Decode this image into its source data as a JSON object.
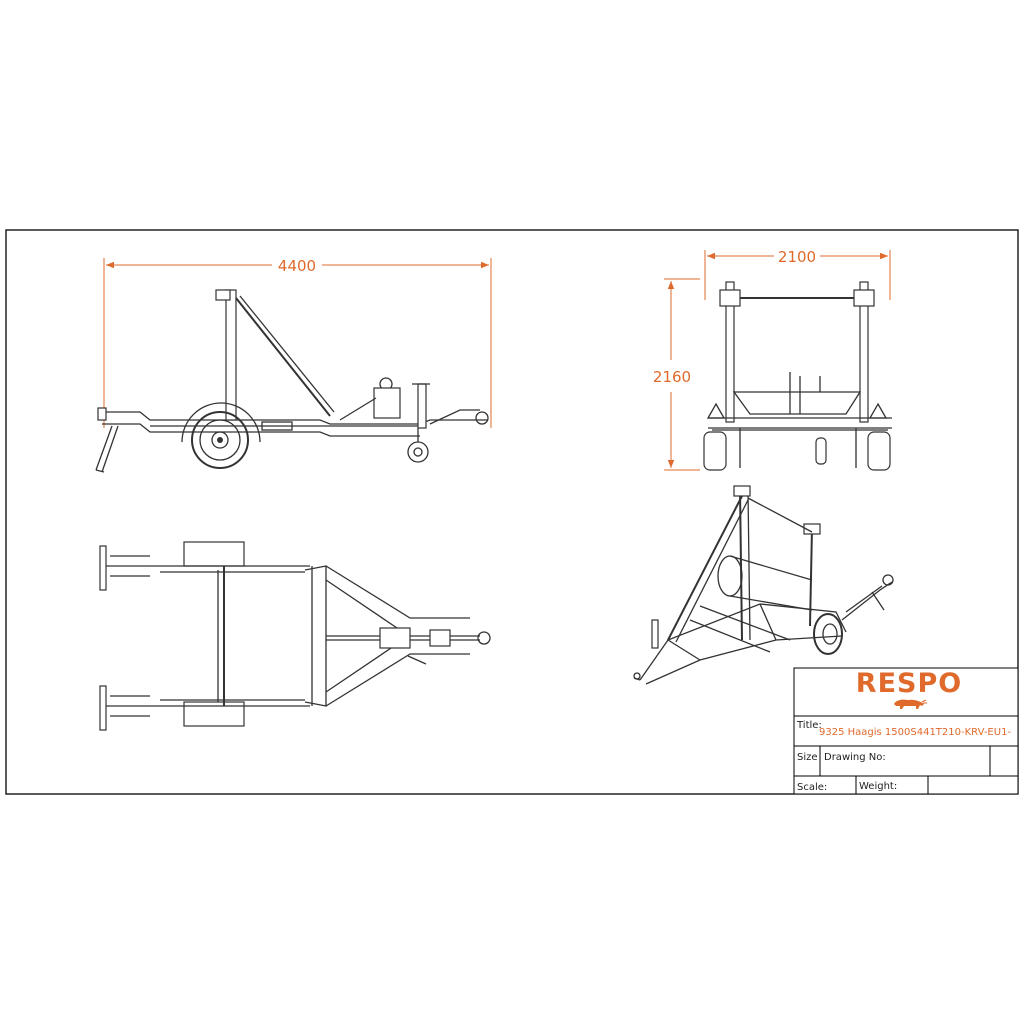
{
  "dimensions": {
    "side_length": "4400",
    "rear_width": "2100",
    "rear_height": "2160"
  },
  "title_block": {
    "brand": "RESPO",
    "title_label": "Title:",
    "title_value": "9325 Haagis 1500S441T210-KRV-EU1-",
    "size_label": "Size",
    "drawing_no_label": "Drawing No:",
    "scale_label": "Scale:",
    "weight_label": "Weight:"
  },
  "colors": {
    "accent": "#e06a2c",
    "line": "#333333",
    "frame": "#000000"
  },
  "icons": [
    "bull-logo-icon"
  ]
}
